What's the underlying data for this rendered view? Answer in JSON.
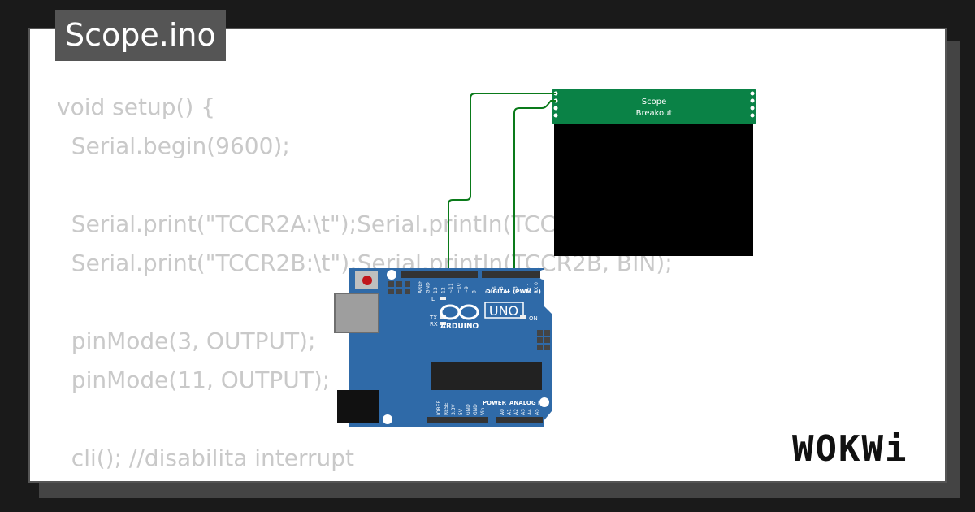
{
  "file": {
    "title": "Scope.ino"
  },
  "code": {
    "lines": [
      "void setup() {",
      "  Serial.begin(9600);",
      "",
      "  Serial.print(\"TCCR2A:\\t\");Serial.println(TCCR2A, BIN);",
      "  Serial.print(\"TCCR2B:\\t\");Serial.println(TCCR2B, BIN);",
      "",
      "  pinMode(3, OUTPUT);",
      "  pinMode(11, OUTPUT);",
      "",
      "  cli(); //disabilita interrupt"
    ]
  },
  "scope": {
    "label_line1": "Scope",
    "label_line2": "Breakout"
  },
  "arduino": {
    "model": "UNO",
    "brand": "ARDUINO",
    "digital_label": "DIGITAL (PWM ~)",
    "power_label": "POWER",
    "analog_label": "ANALOG IN",
    "on_label": "ON",
    "led_l": "L",
    "led_tx": "TX",
    "led_rx": "RX",
    "header_top_left": [
      "AREF",
      "GND",
      "13",
      "12",
      "~11",
      "~10",
      "~9",
      "8"
    ],
    "header_top_right": [
      "7",
      "~6",
      "~5",
      "4",
      "~3",
      "2",
      "TX 1",
      "RX 0"
    ],
    "header_power": [
      "IOREF",
      "RESET",
      "3.3V",
      "5V",
      "GND",
      "GND",
      "Vin"
    ],
    "header_analog": [
      "A0",
      "A1",
      "A2",
      "A3",
      "A4",
      "A5"
    ]
  },
  "brand": {
    "logo": "WOKWi"
  },
  "colors": {
    "board": "#2f6aa8",
    "scope_header": "#0a8246",
    "wire": "#0a7a1a",
    "code_text": "#c9c9c9"
  }
}
